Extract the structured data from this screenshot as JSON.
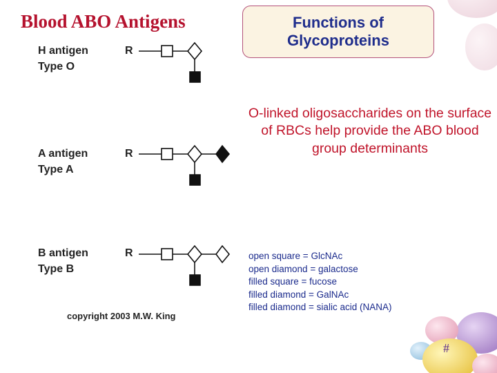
{
  "title": "Blood ABO Antigens",
  "box": {
    "line1": "Functions of",
    "line2": "Glycoproteins"
  },
  "antigens": [
    {
      "name": "H antigen",
      "type": "Type O",
      "r": "R"
    },
    {
      "name": "A antigen",
      "type": "Type A",
      "r": "R"
    },
    {
      "name": "B antigen",
      "type": "Type B",
      "r": "R"
    }
  ],
  "copyright": "copyright 2003 M.W. King",
  "description": "O-linked oligosaccharides on the surface of RBCs help provide the ABO blood group determinants",
  "legend": [
    "open square = GlcNAc",
    "open diamond = galactose",
    "filled square = fucose",
    "filled diamond = GalNAc",
    "filled diamond = sialic acid (NANA)"
  ],
  "slide_number": "#",
  "colors": {
    "title": "#b5122e",
    "box_text": "#1f2d8c",
    "box_border": "#b3517a",
    "box_fill": "#fbf3e2",
    "description": "#c0142a",
    "legend": "#1a2a8c"
  }
}
